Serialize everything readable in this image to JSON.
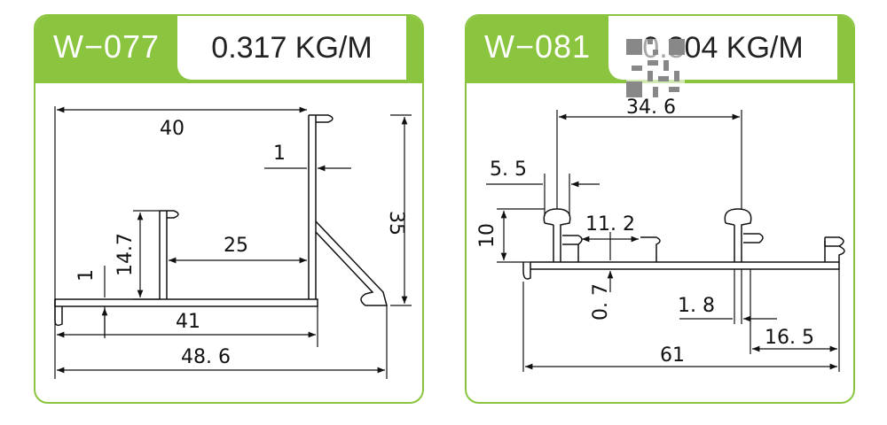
{
  "profiles": [
    {
      "code": "W−077",
      "weight": "0.317 KG/M",
      "dimensions": {
        "top_width": "40",
        "wall": "1",
        "height": "35",
        "slot_height": "14.7",
        "inner_width": "25",
        "base_thickness": "1",
        "base_width": "41",
        "total_width": "48. 6"
      }
    },
    {
      "code": "W−081",
      "weight": "0.304 KG/M",
      "dimensions": {
        "rail_spacing": "34. 6",
        "rail_width": "5. 5",
        "rail_height": "10",
        "gap": "11. 2",
        "thickness": "0. 7",
        "stem": "1. 8",
        "right_segment": "16. 5",
        "total_width": "61"
      }
    }
  ],
  "colors": {
    "accent": "#8bc53f",
    "line": "#111111"
  },
  "icons": {
    "watermark": "qr-code-icon"
  }
}
